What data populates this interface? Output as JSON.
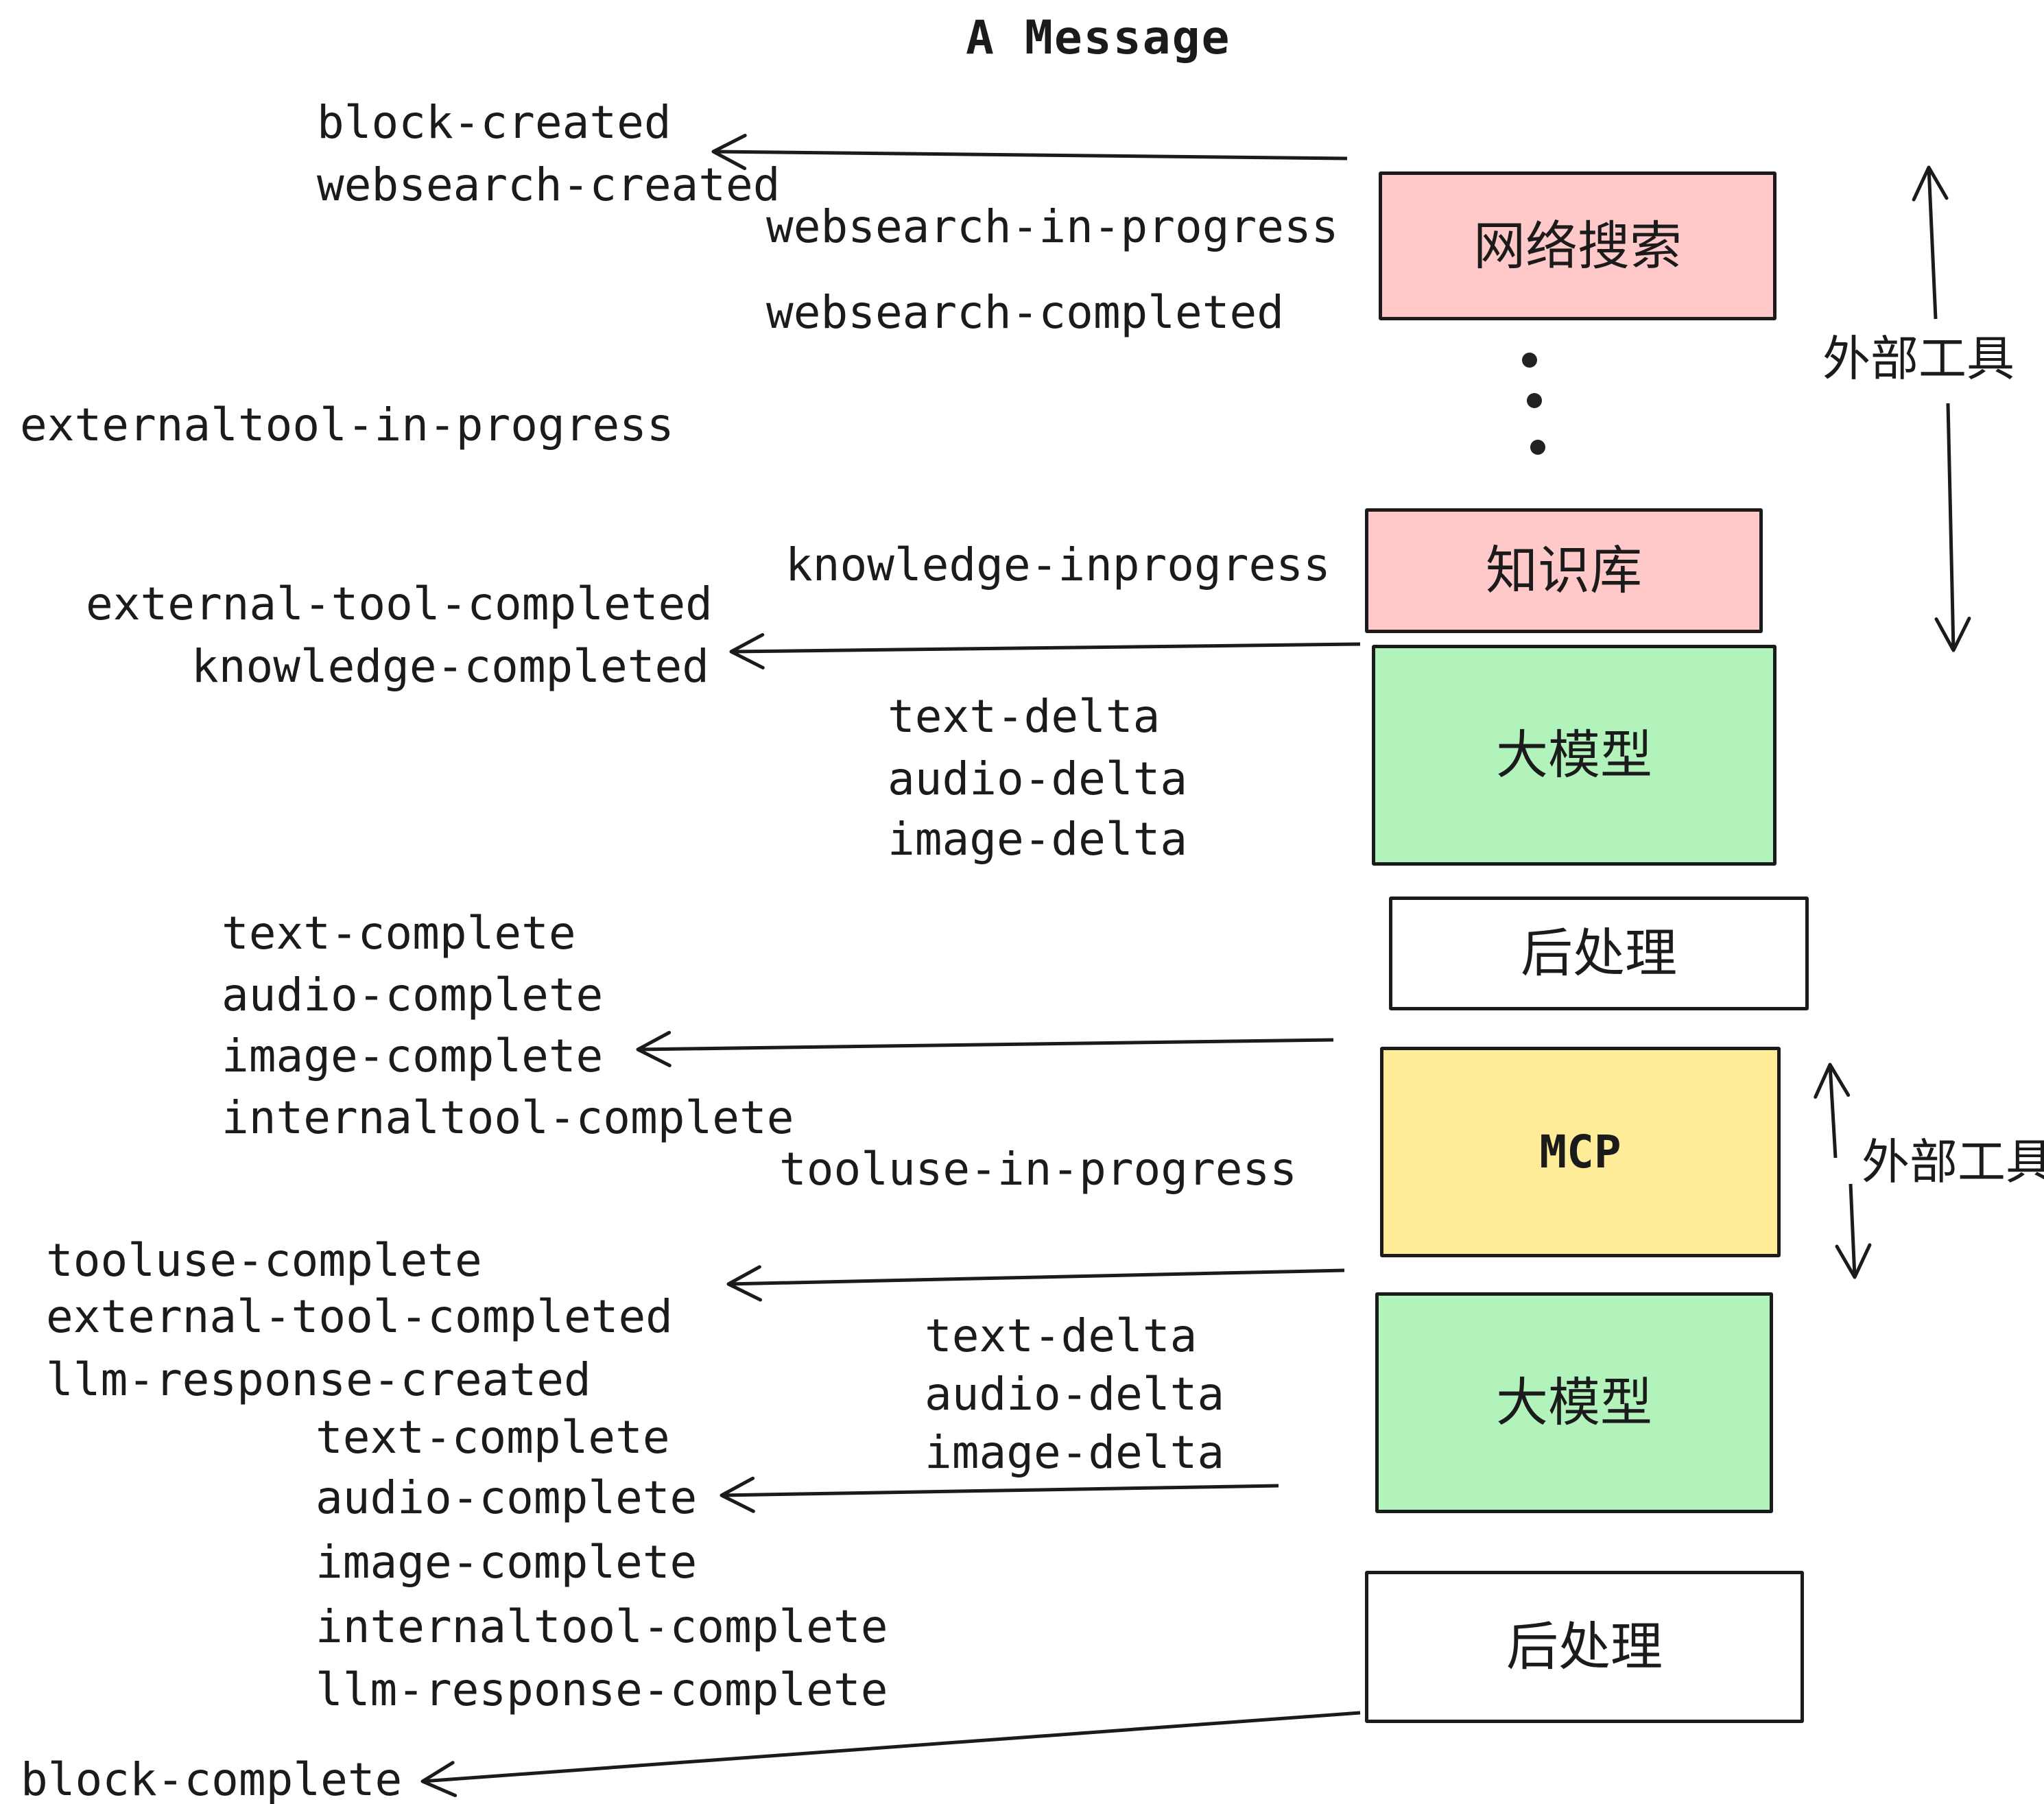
{
  "title": "A Message",
  "colors": {
    "ink": "#1b1b1b",
    "box_pink": "#ffc9c9",
    "box_green": "#b2f2bb",
    "box_yellow": "#ffec99",
    "box_white": "#ffffff"
  },
  "boxes": {
    "websearch": "网络搜索",
    "knowledge": "知识库",
    "llm": "大模型",
    "post": "后处理",
    "mcp": "MCP"
  },
  "side_labels": {
    "external_tools_top": "外部工具",
    "external_tools_bottom": "外部工具"
  },
  "events": {
    "block_created": "block-created",
    "websearch_created": "websearch-created",
    "websearch_in_progress": "websearch-in-progress",
    "websearch_completed": "websearch-completed",
    "externaltool_in_progress": "externaltool-in-progress",
    "knowledge_inprogress": "knowledge-inprogress",
    "external_tool_completed": "external-tool-completed",
    "knowledge_completed": "knowledge-completed",
    "text_delta": "text-delta",
    "audio_delta": "audio-delta",
    "image_delta": "image-delta",
    "text_complete": "text-complete",
    "audio_complete": "audio-complete",
    "image_complete": "image-complete",
    "internaltool_complete": "internaltool-complete",
    "tooluse_in_progress": "tooluse-in-progress",
    "tooluse_complete": "tooluse-complete",
    "llm_response_created": "llm-response-created",
    "llm_response_complete": "llm-response-complete",
    "block_complete": "block-complete"
  }
}
